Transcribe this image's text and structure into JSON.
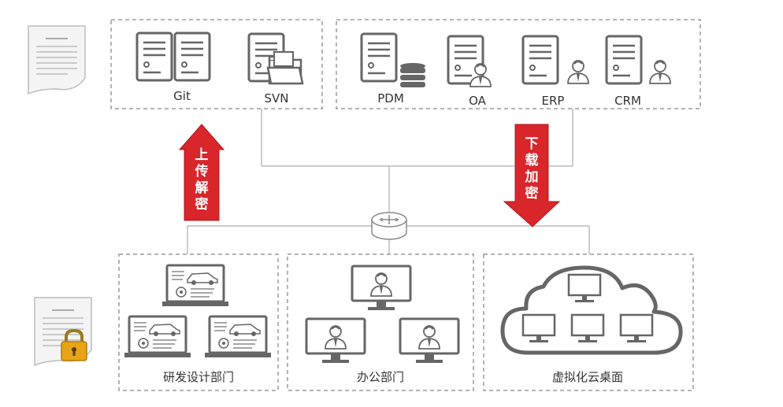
{
  "servers_left": {
    "git_label": "Git",
    "svn_label": "SVN"
  },
  "servers_right": {
    "pdm_label": "PDM",
    "oa_label": "OA",
    "erp_label": "ERP",
    "crm_label": "CRM"
  },
  "arrows": {
    "upload": [
      "上",
      "传",
      "解",
      "密"
    ],
    "download": [
      "下",
      "载",
      "加",
      "密"
    ]
  },
  "departments": {
    "rd_label": "研发设计部门",
    "office_label": "办公部门",
    "cloud_label": "虚拟化云桌面"
  },
  "colors": {
    "arrow_red": "#d9262b",
    "icon_gray": "#6b6b6b",
    "border_gray": "#9a9a9a",
    "lock_gold": "#e8a317"
  }
}
